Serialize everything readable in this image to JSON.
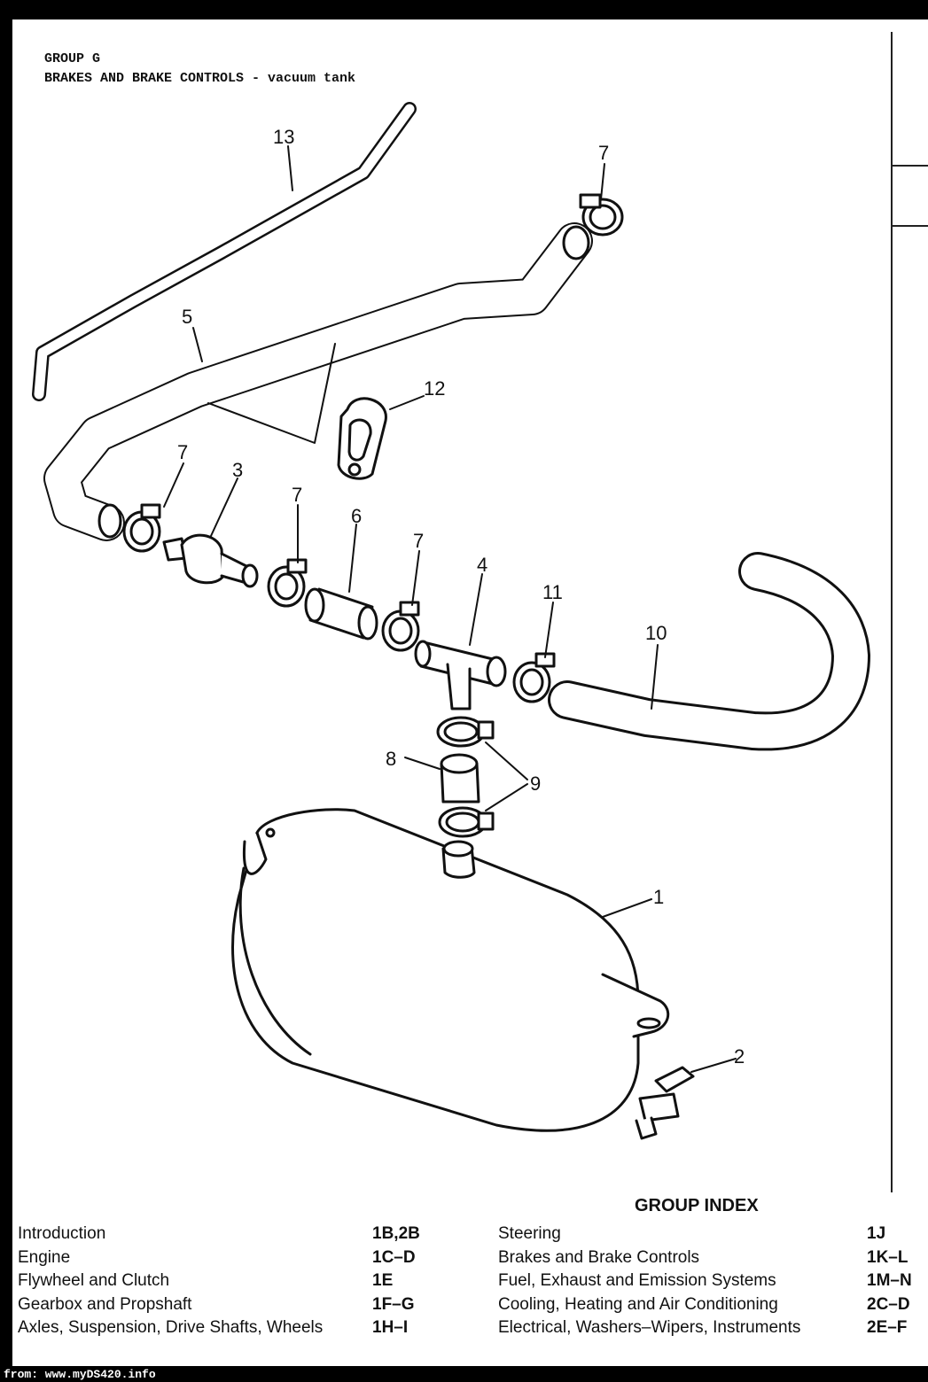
{
  "header": {
    "group": "GROUP G",
    "title": "BRAKES AND BRAKE CONTROLS - vacuum tank"
  },
  "callouts": [
    "13",
    "7",
    "5",
    "12",
    "7",
    "3",
    "7",
    "6",
    "7",
    "4",
    "11",
    "10",
    "8",
    "9",
    "1",
    "2"
  ],
  "group_index": {
    "title": "GROUP INDEX",
    "left": [
      {
        "name": "Introduction",
        "code": "1B,2B"
      },
      {
        "name": "Engine",
        "code": "1C–D"
      },
      {
        "name": "Flywheel and Clutch",
        "code": "1E"
      },
      {
        "name": "Gearbox and Propshaft",
        "code": "1F–G"
      },
      {
        "name": "Axles, Suspension, Drive Shafts, Wheels",
        "code": "1H–I"
      }
    ],
    "right": [
      {
        "name": "Steering",
        "code": "1J"
      },
      {
        "name": "Brakes and Brake Controls",
        "code": "1K–L"
      },
      {
        "name": "Fuel, Exhaust and Emission Systems",
        "code": "1M–N"
      },
      {
        "name": "Cooling, Heating and Air Conditioning",
        "code": "2C–D"
      },
      {
        "name": "Electrical, Washers–Wipers, Instruments",
        "code": "2E–F"
      }
    ]
  },
  "footer": {
    "source": "from: www.myDS420.info"
  }
}
